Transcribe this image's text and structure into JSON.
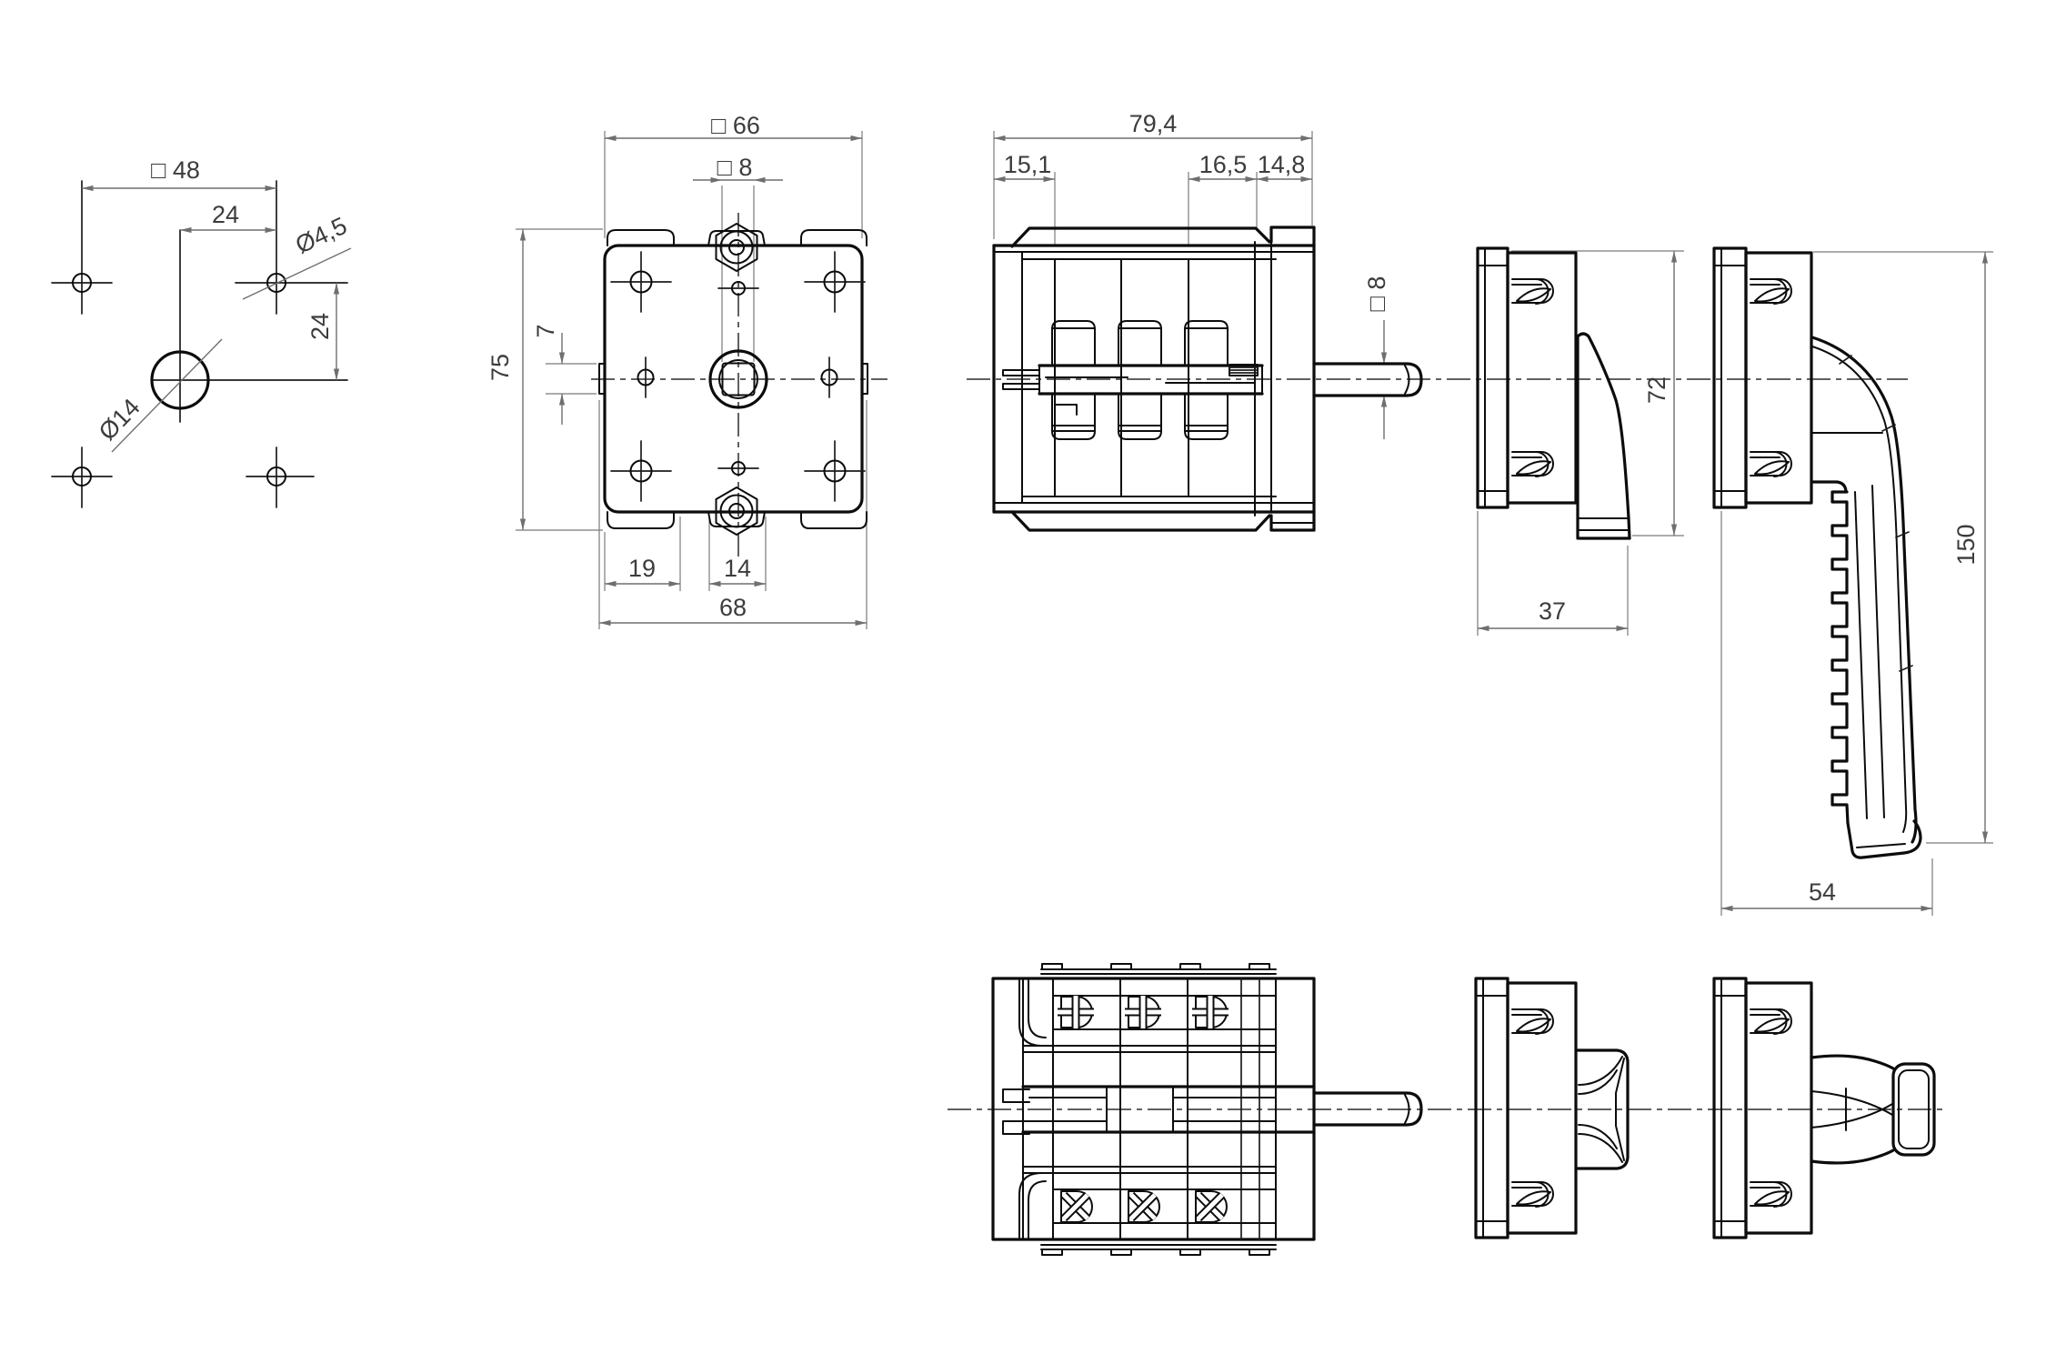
{
  "drawing": {
    "kind": "technical-drawing",
    "subject": "cam switch with mounting flange and pistol-grip handle, multi-view dimensional drawing",
    "units": "mm",
    "colors": {
      "background": "#ffffff",
      "object_line": "#0c0c0c",
      "dimension_line": "#6f6f6f",
      "dimension_text": "#3c3c3c"
    },
    "views": [
      {
        "name": "drill-plan",
        "dims": [
          {
            "id": "square-48",
            "label": "□ 48"
          },
          {
            "id": "horizontal-24",
            "label": "24"
          },
          {
            "id": "dia-4-5",
            "label": "Ø4,5"
          },
          {
            "id": "vertical-24",
            "label": "24"
          },
          {
            "id": "dia-14",
            "label": "Ø14"
          }
        ]
      },
      {
        "name": "front-view",
        "dims": [
          {
            "id": "square-66",
            "label": "□ 66"
          },
          {
            "id": "square-8",
            "label": "□ 8"
          },
          {
            "id": "height-75",
            "label": "75"
          },
          {
            "id": "tab-7",
            "label": "7"
          },
          {
            "id": "foot-19",
            "label": "19"
          },
          {
            "id": "notch-14",
            "label": "14"
          },
          {
            "id": "width-68",
            "label": "68"
          }
        ]
      },
      {
        "name": "side-view",
        "dims": [
          {
            "id": "depth-79-4",
            "label": "79,4"
          },
          {
            "id": "front-15-1",
            "label": "15,1"
          },
          {
            "id": "mid-16-5",
            "label": "16,5"
          },
          {
            "id": "rear-14-8",
            "label": "14,8"
          },
          {
            "id": "shaft-square-8",
            "label": "□ 8"
          }
        ]
      },
      {
        "name": "flange-lever-side-view",
        "dims": [
          {
            "id": "height-72",
            "label": "72"
          },
          {
            "id": "depth-37",
            "label": "37"
          }
        ]
      },
      {
        "name": "flange-handle-side-view",
        "dims": [
          {
            "id": "height-150",
            "label": "150"
          },
          {
            "id": "depth-54",
            "label": "54"
          }
        ]
      },
      {
        "name": "bottom-view-switch-body",
        "dims": []
      },
      {
        "name": "bottom-view-flange-knob",
        "dims": []
      },
      {
        "name": "bottom-view-flange-handle",
        "dims": []
      }
    ]
  }
}
